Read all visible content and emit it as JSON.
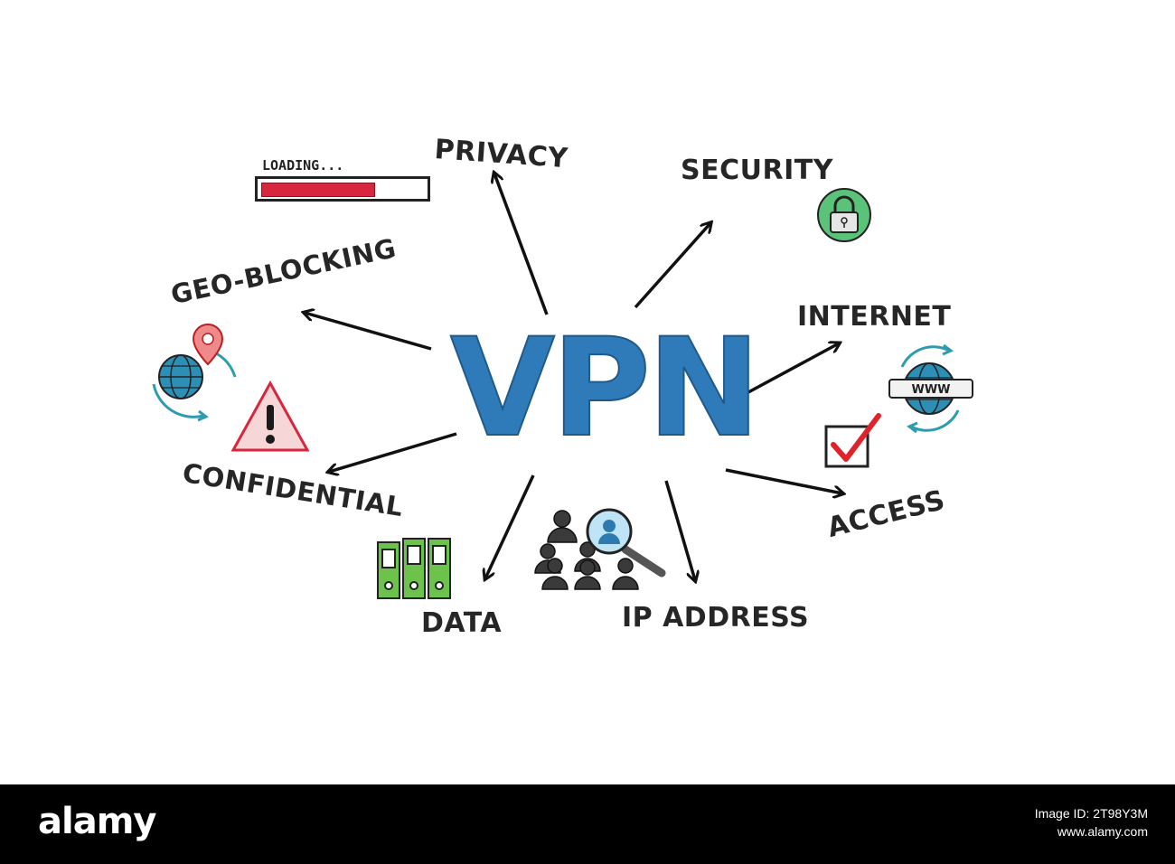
{
  "diagram": {
    "center": "VPN",
    "loading_label": "LOADING...",
    "loading_progress": 0.69,
    "labels": {
      "privacy": "PRIVACY",
      "security": "SECURITY",
      "geo_blocking": "GEO-BLOCKING",
      "internet": "INTERNET",
      "confidential": "CONFIDENTIAL",
      "access": "ACCESS",
      "data": "DATA",
      "ip_address": "IP ADDRESS"
    },
    "www_text": "WWW",
    "colors": {
      "hub": "#2f7ab8",
      "arrow": "#111111",
      "lock_green": "#5bc27a",
      "warning_red": "#d7263d",
      "globe_teal": "#2d9cb0",
      "folder_green": "#6cc24a",
      "check_red": "#e0222a"
    },
    "icons": [
      "loading-bar",
      "lock-icon",
      "globe-pin-icon",
      "warning-icon",
      "globe-www-icon",
      "checkbox-icon",
      "folders-icon",
      "people-search-icon"
    ]
  },
  "footer": {
    "brand": "alamy",
    "image_id": "Image ID: 2T98Y3M",
    "site": "www.alamy.com"
  }
}
